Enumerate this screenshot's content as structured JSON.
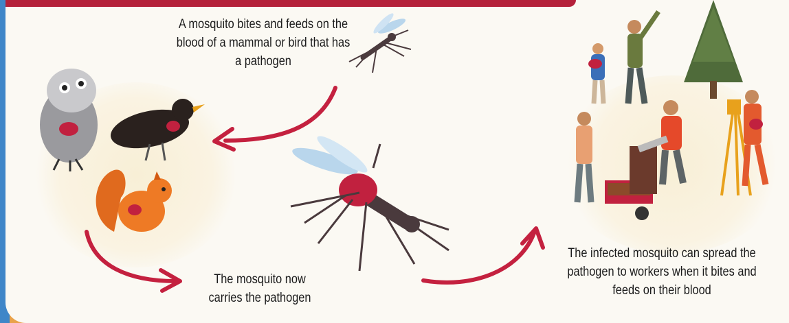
{
  "captions": {
    "step1": "A mosquito bites and feeds on the blood of a mammal or bird that has a pathogen",
    "step2": "The mosquito now carries the pathogen",
    "step3": "The infected mosquito can spread the pathogen to workers when it bites and feeds on their blood"
  },
  "colors": {
    "arrow": "#c4213f",
    "topbar": "#b5213b",
    "left_edge_blue": "#3f86c8",
    "left_edge_orange": "#e9a24a",
    "background": "#fbf9f3"
  },
  "icons": [
    "small-mosquito-icon",
    "owl-icon",
    "blackbird-icon",
    "squirrel-icon",
    "large-mosquito-icon",
    "forest-workers-icon",
    "tree-icon"
  ]
}
